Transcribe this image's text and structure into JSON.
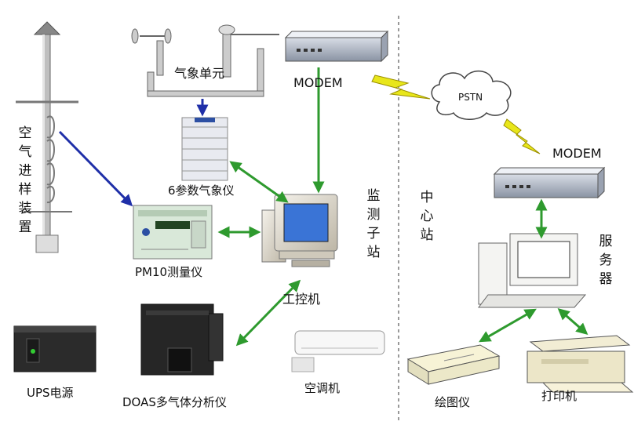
{
  "labels": {
    "weather_unit": "气象单元",
    "modem_top": "MODEM",
    "pstn": "PSTN",
    "modem_right": "MODEM",
    "six_param": "6参数气象仪",
    "air_intake": "空气进样装置",
    "monitor_substation": "监测子站",
    "center_station": "中心站",
    "server": "服务器",
    "pm10": "PM10测量仪",
    "ipc": "工控机",
    "ups": "UPS电源",
    "doas": "DOAS多气体分析仪",
    "aircon": "空调机",
    "plotter": "绘图仪",
    "printer": "打印机"
  },
  "colors": {
    "green_arrow": "#2e9a2e",
    "blue_arrow": "#1f2fa8",
    "lightning": "#e8e61a",
    "divider": "#999999"
  }
}
